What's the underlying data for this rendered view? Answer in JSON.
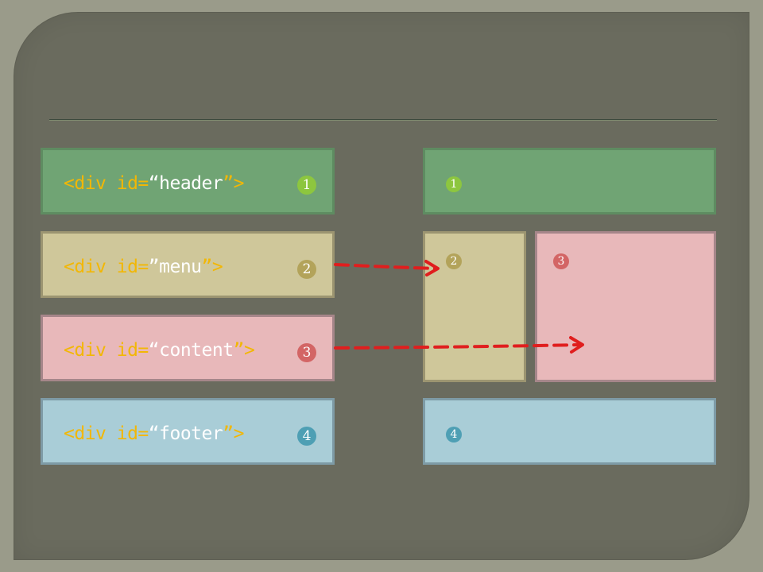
{
  "left_column": [
    {
      "prefix": "<div id=",
      "open_quote": "“",
      "id": "header",
      "close_quote": "”",
      "suffix": ">",
      "badge": "1"
    },
    {
      "prefix": "<div id=",
      "open_quote": "”",
      "id": "menu",
      "close_quote": "”",
      "suffix": ">",
      "badge": "2"
    },
    {
      "prefix": "<div id=",
      "open_quote": "“",
      "id": "content",
      "close_quote": "”",
      "suffix": ">",
      "badge": "3"
    },
    {
      "prefix": "<div id=",
      "open_quote": "“",
      "id": "footer",
      "close_quote": "”",
      "suffix": ">",
      "badge": "4"
    }
  ],
  "right_layout": {
    "header_badge": "1",
    "menu_badge": "2",
    "content_badge": "3",
    "footer_badge": "4"
  },
  "colors": {
    "header": "#70a474",
    "menu": "#cfc79a",
    "content": "#e8b8ba",
    "footer": "#a9cdd7",
    "code_tag": "#f2b705",
    "code_value": "#ffffff",
    "arrow": "#e01e1e"
  }
}
